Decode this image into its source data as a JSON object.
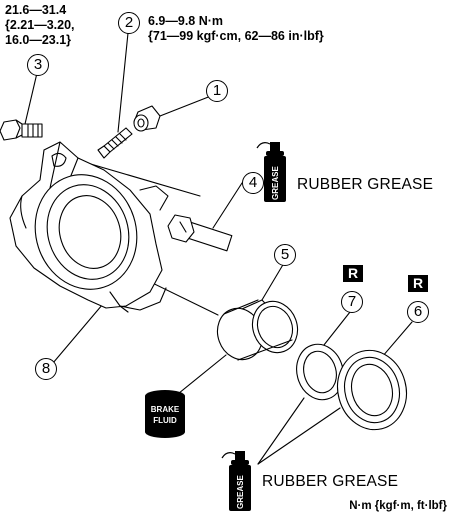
{
  "torque_spec_bolt": "21.6—31.4\n{2.21—3.20,\n16.0—23.1}",
  "torque_spec_bleeder": "6.9—9.8 N·m\n{71—99 kgf·cm, 62—86 in·lbf}",
  "callouts": [
    "1",
    "2",
    "3",
    "4",
    "5",
    "6",
    "7",
    "8"
  ],
  "replace_mark": "R",
  "grease_label_upper": "RUBBER GREASE",
  "grease_label_lower": "RUBBER GREASE",
  "grease_can_text": "GREASE",
  "fluid_can_text_1": "BRAKE",
  "fluid_can_text_2": "FLUID",
  "units_note": "N·m {kgf·m, ft·lbf}"
}
